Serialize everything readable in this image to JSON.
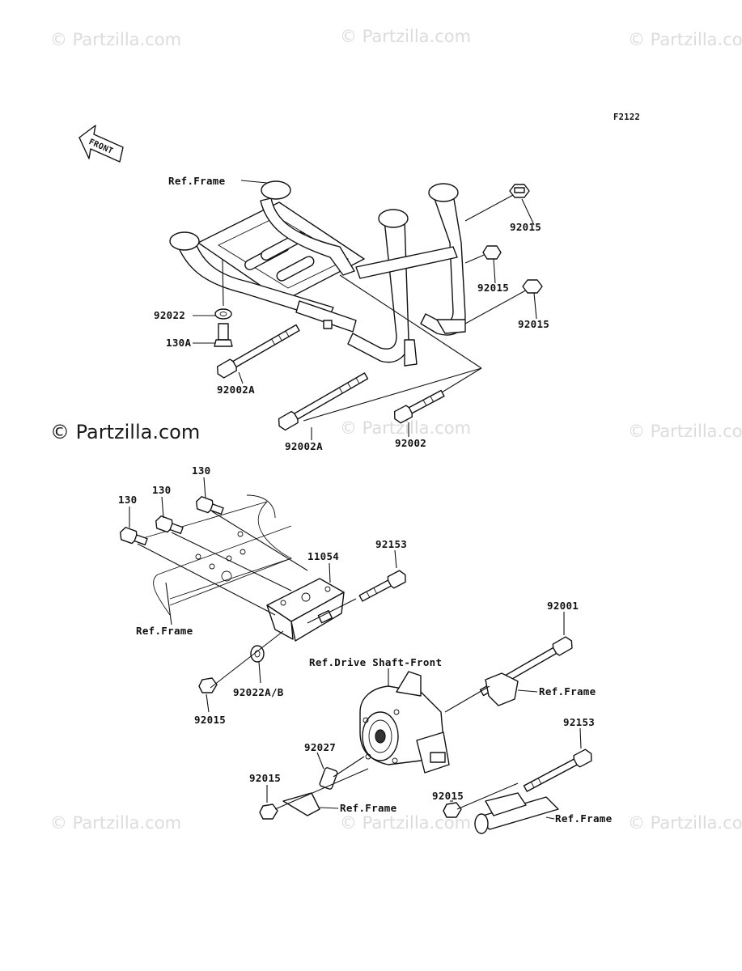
{
  "figure_code": "F2122",
  "front_arrow_label": "FRONT",
  "watermark_text": "© Partzilla.com",
  "labels": {
    "ref_frame_top": "Ref.Frame",
    "p92015_a": "92015",
    "p92015_b": "92015",
    "p92015_c": "92015",
    "p92022": "92022",
    "p130A": "130A",
    "p92002A_a": "92002A",
    "p92002A_b": "92002A",
    "p92002": "92002",
    "p130_a": "130",
    "p130_b": "130",
    "p130_c": "130",
    "p11054": "11054",
    "p92153_a": "92153",
    "ref_frame_mid": "Ref.Frame",
    "p92001": "92001",
    "ref_drive_shaft": "Ref.Drive Shaft-Front",
    "ref_frame_right": "Ref.Frame",
    "p92022AB": "92022A/B",
    "p92015_d": "92015",
    "p92027": "92027",
    "p92153_b": "92153",
    "p92015_e": "92015",
    "ref_frame_bottom": "Ref.Frame",
    "p92015_f": "92015",
    "ref_frame_bottom_right": "Ref.Frame"
  }
}
